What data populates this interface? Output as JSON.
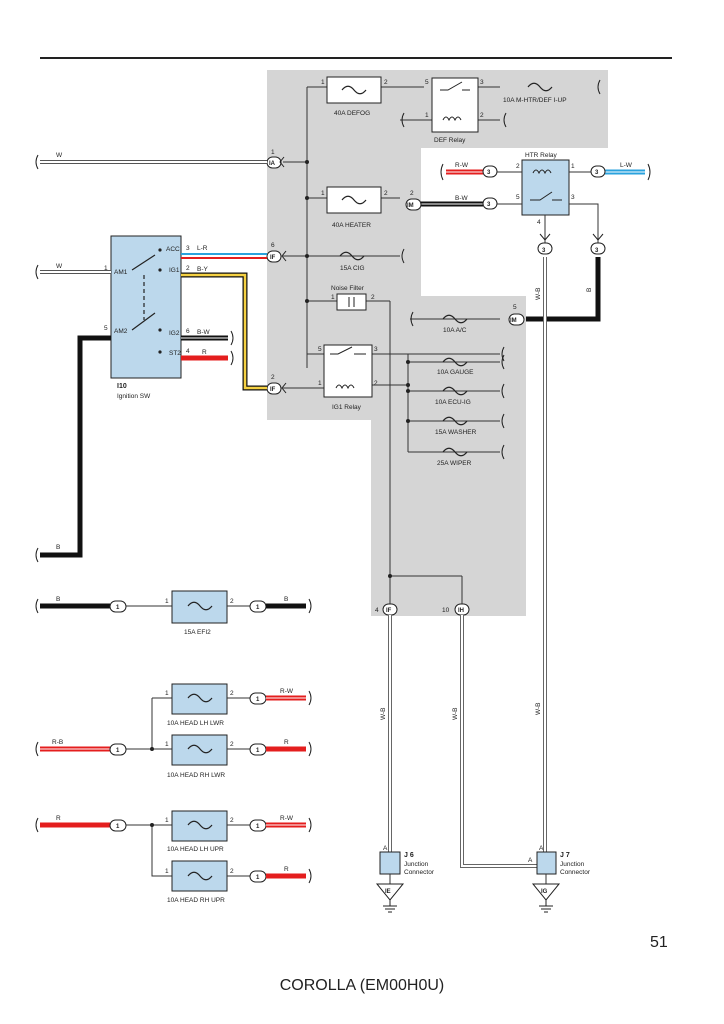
{
  "page": {
    "number": "51",
    "model": "COROLLA (EM00H0U)"
  },
  "colors": {
    "shaded_box": "#d5d5d5",
    "component": "#bcd8ec",
    "red": "#e41e1e",
    "blue": "#2aa2dd",
    "yellow": "#f5d142",
    "black": "#111111"
  },
  "fuses": {
    "defog": "40A DEFOG",
    "m_htr": "10A M-HTR/DEF I-UP",
    "heater": "40A HEATER",
    "cig": "15A CIG",
    "ac": "10A A/C",
    "gauge": "10A GAUGE",
    "ecu_ig": "10A ECU-IG",
    "washer": "15A WASHER",
    "wiper": "25A WIPER",
    "efi2": "15A EFI2",
    "head_lh_lwr": "10A HEAD LH LWR",
    "head_rh_lwr": "10A HEAD RH LWR",
    "head_lh_upr": "10A HEAD LH UPR",
    "head_rh_upr": "10A HEAD RH UPR"
  },
  "relays": {
    "def": "DEF Relay",
    "htr": "HTR Relay",
    "ig1": "IG1 Relay",
    "noise_filter": "Noise Filter"
  },
  "ignition": {
    "code": "I10",
    "name": "Ignition SW",
    "pins": [
      "AM1",
      "AM2",
      "ACC",
      "IG1",
      "IG2",
      "ST2"
    ]
  },
  "wire_colors": {
    "W": "W",
    "L_R": "L-R",
    "B_Y": "B-Y",
    "B_W": "B-W",
    "R": "R",
    "B": "B",
    "R_W": "R-W",
    "R_B": "R-B",
    "L_W": "L-W",
    "W_B": "W-B"
  },
  "connectors": {
    "IA": "IA",
    "IM": "IM",
    "IF": "IF",
    "IH": "IH",
    "IE": "IE",
    "IG": "IG"
  },
  "junctions": {
    "j6": {
      "code": "J 6",
      "l1": "Junction",
      "l2": "Connector"
    },
    "j7": {
      "code": "J 7",
      "l1": "Junction",
      "l2": "Connector"
    }
  }
}
